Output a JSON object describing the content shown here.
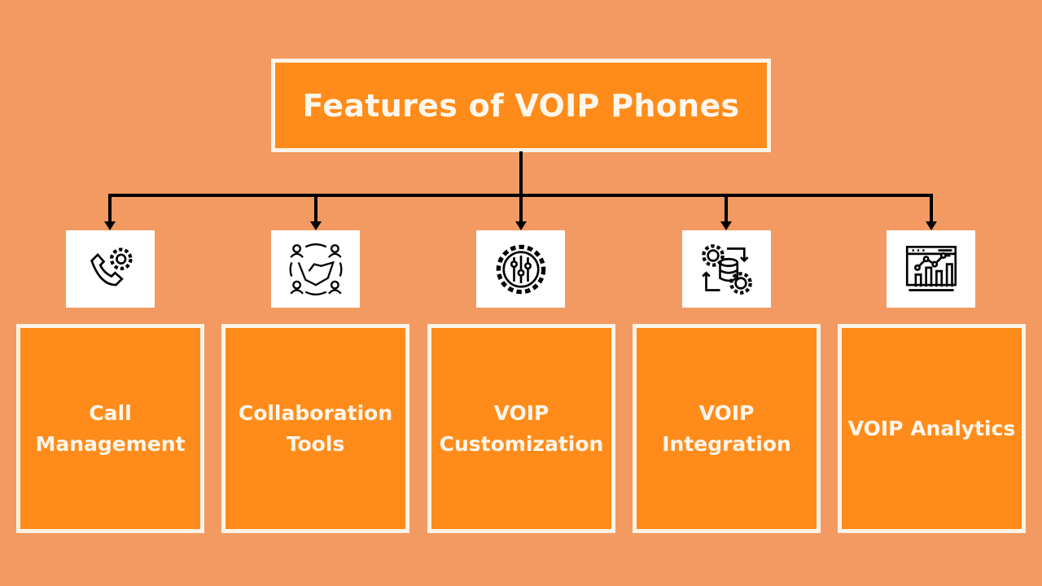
{
  "title": "Features of VOIP Phones",
  "colors": {
    "background": "#F29A61",
    "box": "#FF8C1A",
    "border": "#FDF3E7",
    "text": "#FFF6EC",
    "connector": "#000000"
  },
  "features": [
    {
      "label": "Call Management",
      "icon": "phone-gear-icon"
    },
    {
      "label": "Collaboration Tools",
      "icon": "handshake-team-icon"
    },
    {
      "label": "VOIP Customization",
      "icon": "gear-sliders-icon"
    },
    {
      "label": "VOIP Integration",
      "icon": "database-gears-icon"
    },
    {
      "label": "VOIP Analytics",
      "icon": "analytics-dashboard-icon"
    }
  ]
}
